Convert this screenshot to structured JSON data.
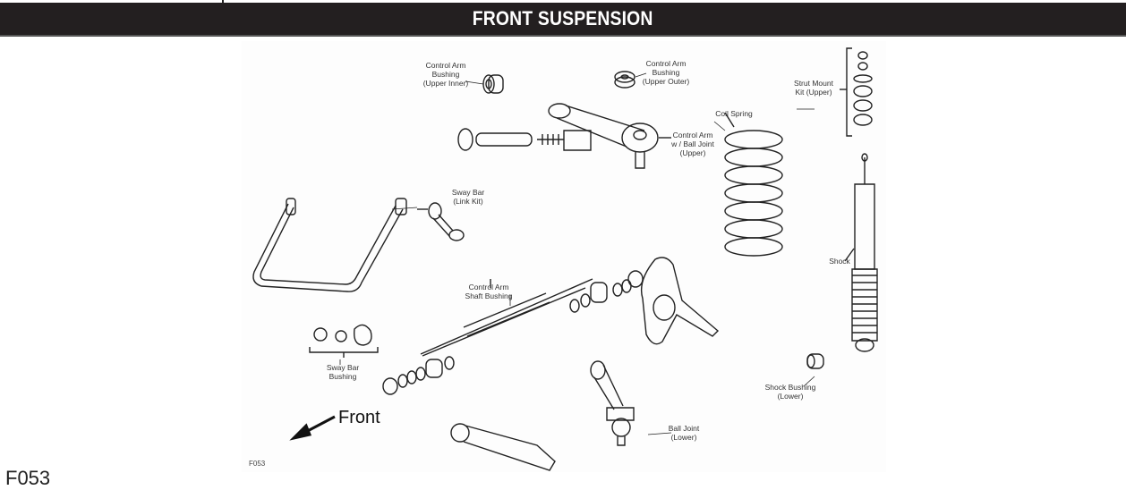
{
  "header": {
    "title": "FRONT SUSPENSION"
  },
  "figure": {
    "front_label": "Front",
    "figure_code": "F053",
    "parts": [
      {
        "id": "control-arm-bushing-upper-inner",
        "label": "Control Arm\nBushing\n(Upper Inner)"
      },
      {
        "id": "control-arm-bushing-upper-outer",
        "label": "Control Arm\nBushing\n(Upper Outer)"
      },
      {
        "id": "control-arm-ball-joint-upper",
        "label": "Control Arm\nw / Ball Joint\n(Upper)"
      },
      {
        "id": "coil-spring",
        "label": "Coil Spring"
      },
      {
        "id": "strut-mount-kit-upper",
        "label": "Strut Mount\nKit (Upper)"
      },
      {
        "id": "sway-bar-link-kit",
        "label": "Sway Bar\n(Link Kit)"
      },
      {
        "id": "control-arm-shaft-bushing",
        "label": "Control Arm\nShaft Bushing"
      },
      {
        "id": "shock",
        "label": "Shock"
      },
      {
        "id": "sway-bar-bushing",
        "label": "Sway Bar\nBushing"
      },
      {
        "id": "shock-bushing-lower",
        "label": "Shock Bushing\n(Lower)"
      },
      {
        "id": "ball-joint-lower",
        "label": "Ball Joint\n(Lower)"
      }
    ]
  },
  "footer": {
    "page_code": "F053"
  }
}
